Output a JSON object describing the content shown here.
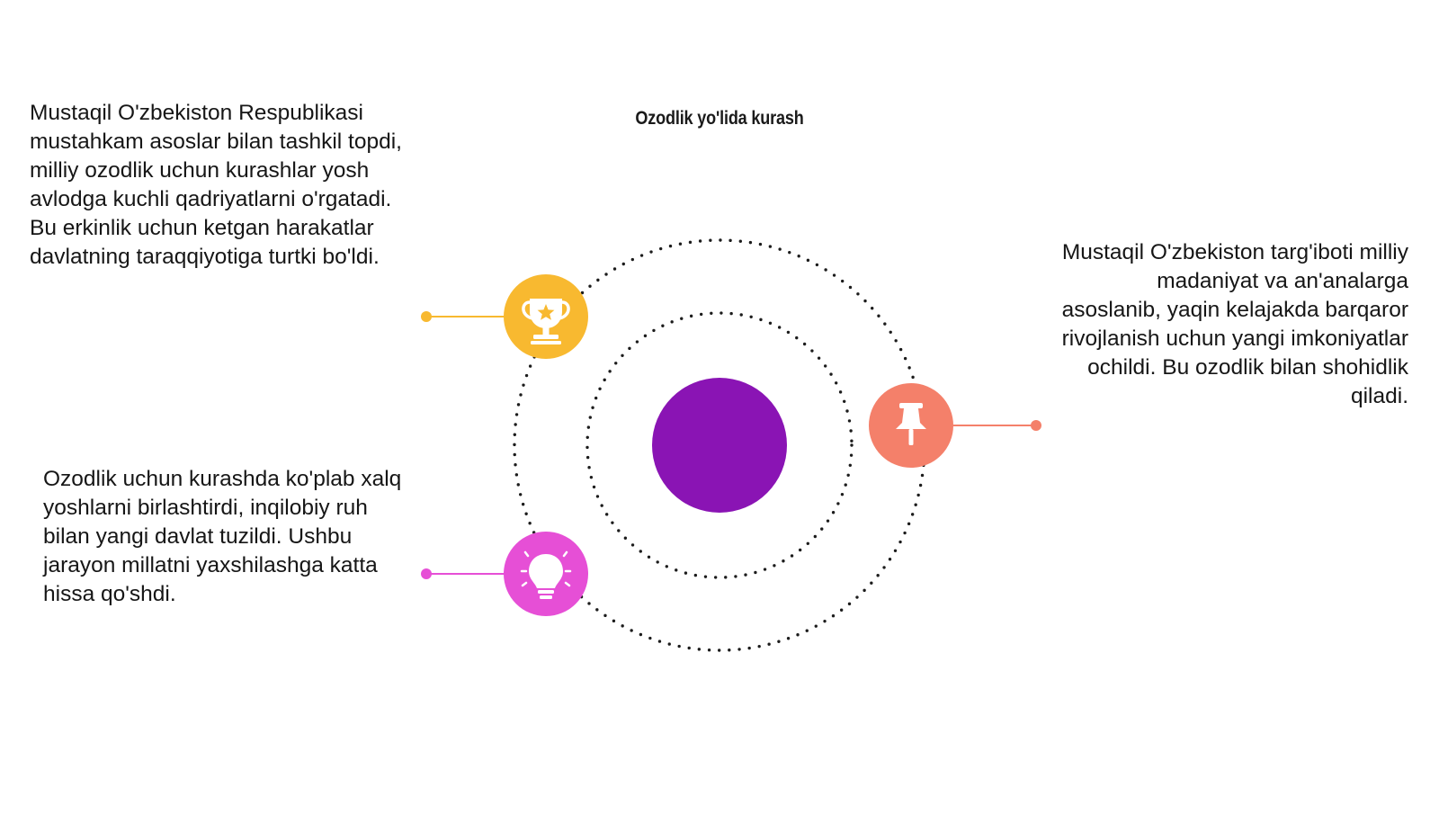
{
  "title": "Ozodlik yo'lida kurash",
  "colors": {
    "center": "#8A14B4",
    "yellow": "#F8B930",
    "coral": "#F4806A",
    "magenta": "#E64FD6",
    "dots": "#1c1c1c"
  },
  "items": [
    {
      "icon": "trophy-icon",
      "color": "#F8B930",
      "text": "Mustaqil O'zbekiston Respublikasi mustahkam asoslar bilan tashkil topdi, milliy ozodlik uchun kurashlar yosh avlodga kuchli qadriyatlarni o'rgatadi. Bu erkinlik uchun ketgan harakatlar davlatning taraqqiyotiga turtki bo'ldi."
    },
    {
      "icon": "pushpin-icon",
      "color": "#F4806A",
      "text": "Mustaqil O'zbekiston targ'iboti milliy madaniyat va an'analarga asoslanib, yaqin kelajakda barqaror rivojlanish uchun yangi imkoniyatlar ochildi. Bu ozodlik bilan shohidlik qiladi."
    },
    {
      "icon": "lightbulb-icon",
      "color": "#E64FD6",
      "text": "Ozodlik uchun kurashda ko'plab xalq yoshlarni birlashtirdi, inqilobiy ruh bilan yangi davlat tuzildi. Ushbu jarayon millatni yaxshilashga katta hissa qo'shdi."
    }
  ]
}
